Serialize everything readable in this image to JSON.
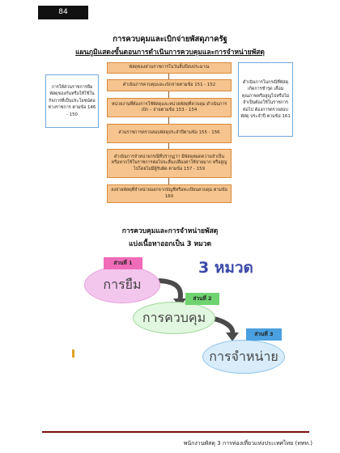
{
  "page": {
    "number": "84"
  },
  "headings": {
    "title": "การควบคุมและเบิกจ่ายพัสดุภาครัฐ",
    "subtitle": "แผนภูมิแสดงขั้นตอนการดำเนินการควบคุมและการจำหน่ายพัสดุ"
  },
  "flow": {
    "steps": [
      "พัสดุของส่วนราชการในวันสิ้นปีงบประมาณ",
      "ดำเนินการควบคุมและเบิกจ่ายตามข้อ 151 - 152",
      "หน่วยงานที่ต้องการใช้พัสดุและหน่วยพัสดุที่ควบคุม ดำเนินการเบิก – จ่ายตามข้อ 153 - 154",
      "ส่วนราชการตรวจสอบพัสดุประจำปีตามข้อ 155 - 156",
      "ดำเนินการจำหน่ายกรณีที่ปรากฏว่า มีพัสดุหมดความจำเป็น หรือหากใช้ในราชการต่อไปจะสิ้นเปลืองค่าใช้จ่ายมาก หรือสูญไปโดยไม่มีผู้รับผิด ตามข้อ 157 - 159",
      "ลงจ่ายพัสดุที่จำหน่ายออกจากบัญชีหรือทะเบียนควบคุม ตามข้อ 160"
    ],
    "left_note": "การให้ส่วนราชการยืมพัสดุของกันหรือให้ใช้ในกิจการที่เป็นประโยชน์ต่อทางราชการ ตามข้อ 146 - 150",
    "right_note": "ดำเนินการในกรณีที่พัสดุเกิดการชำรุด เสื่อมคุณภาพหรือสูญไปหรือไม่จำเป็นต้องใช้ในราชการต่อไป ต้องการตรวจสอบพัสดุ ประจำปี ตามข้อ 161"
  },
  "categories": {
    "heading_line1": "การควบคุมและการจำหน่ายพัสดุ",
    "heading_line2": "แบ่งเนื้อหาออกเป็น 3 หมวด",
    "count_label": "3 หมวด",
    "items": [
      {
        "tag": "ส่วนที่ 1",
        "name": "การยืม",
        "tag_color": "#f06bb8",
        "fill": "#f3c6ee"
      },
      {
        "tag": "ส่วนที่ 2",
        "name": "การควบคุม",
        "tag_color": "#6fd36f",
        "fill": "#e2f7df"
      },
      {
        "tag": "ส่วนที่ 3",
        "name": "การจำหน่าย",
        "tag_color": "#4aa0e0",
        "fill": "#d8ecfa"
      }
    ]
  },
  "footer": {
    "text": "พนักงานพัสดุ 3 การท่องเที่ยวแห่งประเทศไทย (ททท.)"
  }
}
